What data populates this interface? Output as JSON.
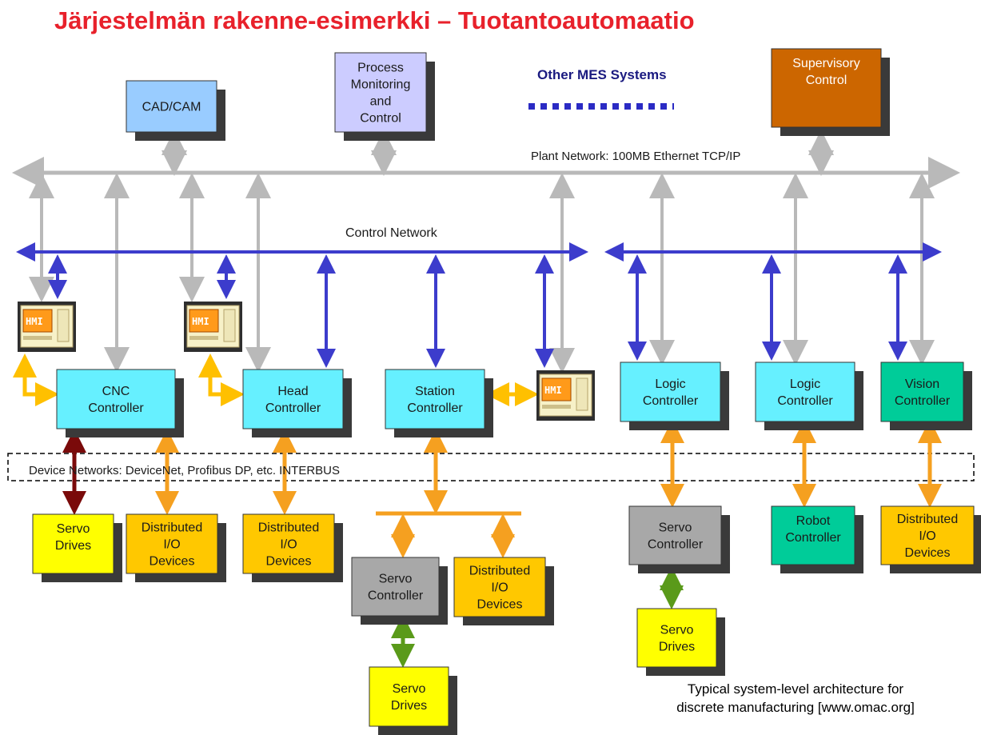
{
  "title": "Järjestelmän rakenne-esimerkki – Tuotantoautomaatio",
  "other_mes": "Other MES Systems",
  "plant_network": "Plant Network: 100MB Ethernet  TCP/IP",
  "control_network": "Control Network",
  "device_networks": "Device Networks: DeviceNet, Profibus DP, etc. INTERBUS",
  "caption": {
    "line1": "Typical system-level architecture for",
    "line2": "discrete manufacturing [www.omac.org]"
  },
  "hmi_label": "HMI",
  "colors": {
    "title": "#e8212b",
    "plant_arrow": "#b9b9b9",
    "control_arrow": "#3c3ccc",
    "device_arrow": "#f5a020",
    "servo_arrow_green": "#5a9a1a",
    "cnc_servo_arrow": "#7a0a0a",
    "cyan_box": "#66f0ff",
    "yellow_box": "#ffff00",
    "orange_box": "#ffc800",
    "gray_box": "#a8a8a8",
    "teal_box": "#00cc99",
    "cadcam_box": "#99ccff",
    "process_box": "#ccccff",
    "supervisory_box": "#cc6600",
    "mes_dash": "#2b2bc4"
  },
  "boxes": {
    "cadcam": [
      "CAD/CAM"
    ],
    "process": [
      "Process",
      "Monitoring",
      "and",
      "Control"
    ],
    "supervisory": [
      "Supervisory",
      "Control"
    ],
    "cnc": [
      "CNC",
      "Controller"
    ],
    "head": [
      "Head",
      "Controller"
    ],
    "station": [
      "Station",
      "Controller"
    ],
    "logic1": [
      "Logic",
      "Controller"
    ],
    "logic2": [
      "Logic",
      "Controller"
    ],
    "vision": [
      "Vision",
      "Controller"
    ],
    "servo_drives_1": [
      "Servo",
      "Drives"
    ],
    "dist_io_1": [
      "Distributed",
      "I/O",
      "Devices"
    ],
    "dist_io_2": [
      "Distributed",
      "I/O",
      "Devices"
    ],
    "servo_ctrl_1": [
      "Servo",
      "Controller"
    ],
    "dist_io_3": [
      "Distributed",
      "I/O",
      "Devices"
    ],
    "servo_drives_2": [
      "Servo",
      "Drives"
    ],
    "servo_ctrl_2": [
      "Servo",
      "Controller"
    ],
    "servo_drives_3": [
      "Servo",
      "Drives"
    ],
    "robot": [
      "Robot",
      "Controller"
    ],
    "dist_io_4": [
      "Distributed",
      "I/O",
      "Devices"
    ]
  }
}
